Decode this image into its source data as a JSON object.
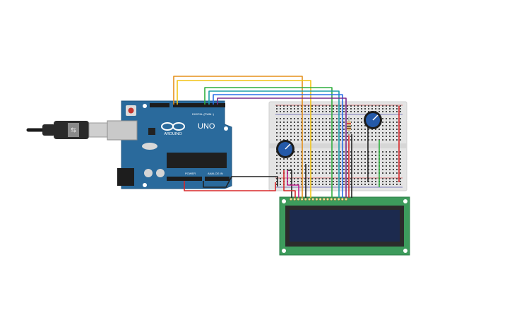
{
  "board": {
    "logo_text": "ARDUINO",
    "model_text": "UNO",
    "digital_header_label": "DIGITAL (PWM~)",
    "power_header_label": "POWER",
    "analog_header_label": "ANALOG IN",
    "color": "#2a6a9c"
  },
  "breadboard": {
    "color": "#e4e4e4"
  },
  "lcd": {
    "board_color": "#3d9b5c",
    "screen_color": "#1c2a4e"
  },
  "usb_cable": {
    "color": "#2a2a2a"
  },
  "wire_colors": {
    "orange": "#e5901a",
    "yellow": "#f2c414",
    "green": "#2fae3e",
    "teal": "#1c9ea8",
    "blue": "#2a6ee8",
    "purple": "#7a2a8a",
    "red": "#d8282a",
    "black": "#222222",
    "magenta": "#c0208c"
  }
}
